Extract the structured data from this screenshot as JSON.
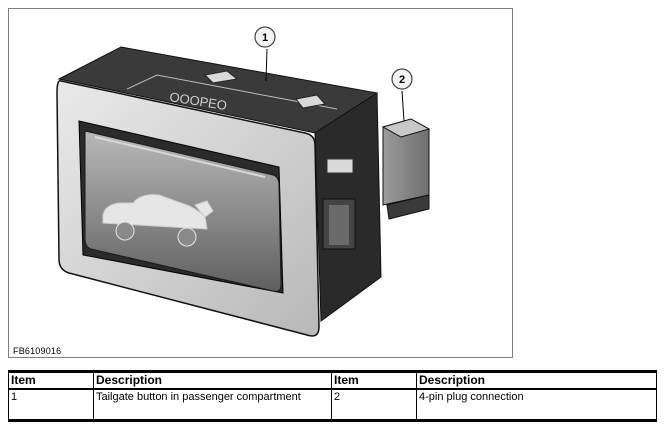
{
  "figure": {
    "id_label": "FB6109016",
    "callouts": [
      "1",
      "2"
    ],
    "icons": [
      "car-tailgate-icon"
    ]
  },
  "legend": {
    "headers": [
      "Item",
      "Description",
      "Item",
      "Description"
    ],
    "rows": [
      {
        "item_a": "1",
        "desc_a": "Tailgate button in passenger compartment",
        "item_b": "2",
        "desc_b": "4-pin plug connection"
      }
    ]
  }
}
